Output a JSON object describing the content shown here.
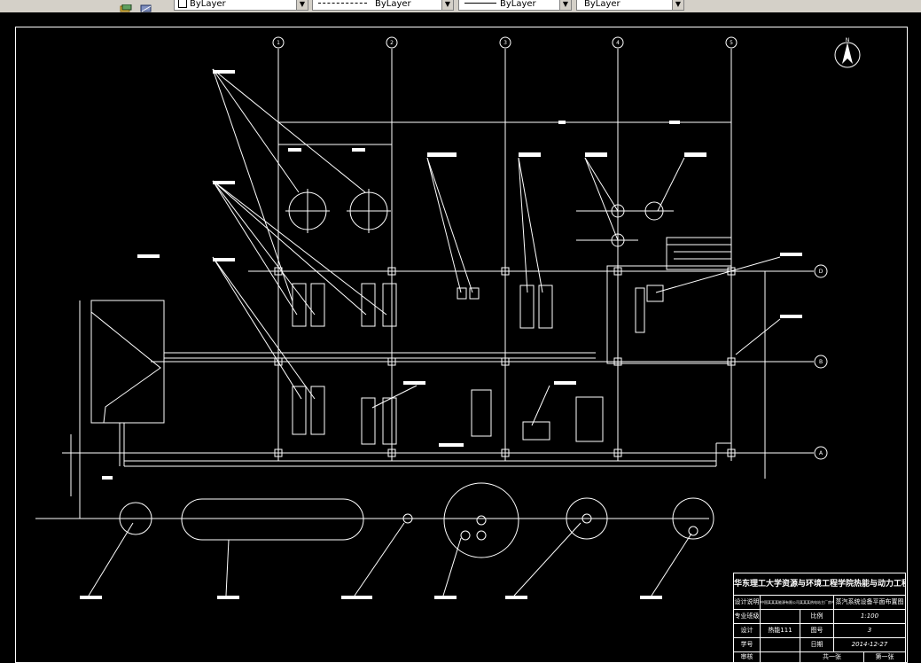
{
  "toolbar": {
    "layer_combo_value": "ByLayer",
    "linetype_combo_value": "ByLayer",
    "lineweight_combo_value": "ByLayer",
    "plotstyle_combo_value": "ByLayer",
    "icon_names": [
      "layer-state-icon",
      "layer-previous-icon"
    ],
    "colors": {
      "bar": "#d4d0c8",
      "canvas": "#000000",
      "lines": "#ffffff"
    }
  },
  "drawing": {
    "grid_axes": [
      "1",
      "2",
      "3",
      "4",
      "5"
    ],
    "grid_rows": [
      "D",
      "B",
      "A"
    ],
    "compass": "N"
  },
  "title_block": {
    "header": "华东理工大学资源与环境工程学院热能与动力工程毕业小设计",
    "row1": {
      "c1": "设计说明",
      "c2": "中国某某某能源有限公司某某某热电站主厂房布置图",
      "c3": "蒸汽系统设备平面布置图"
    },
    "row2": {
      "c1": "专业班级",
      "c2": "",
      "c3": "比例",
      "c4": "1:100"
    },
    "row3": {
      "c1": "设计",
      "c2": "热能111",
      "c3": "图号",
      "c4": "3"
    },
    "row4": {
      "c1": "学号",
      "c2": "",
      "c3": "日期",
      "c4": "2014-12-27"
    },
    "row5": {
      "c1": "审核",
      "c2": "",
      "c3": "共一张",
      "c4": "第一张"
    }
  }
}
